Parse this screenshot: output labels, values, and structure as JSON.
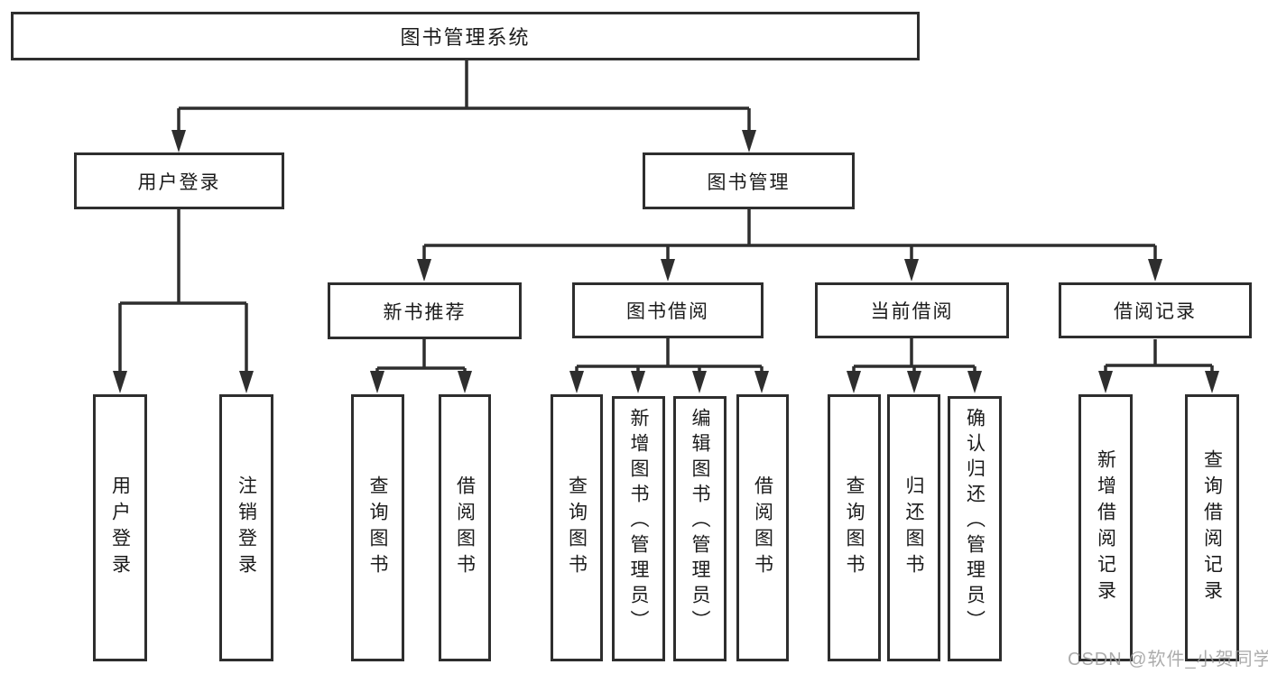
{
  "diagram": {
    "watermark": "CSDN @软件_小贺同学",
    "colors": {
      "line": "#2e2e2e",
      "box_border": "#2e2e2e",
      "text": "#1b1b1b",
      "watermark": "#9a9a9a",
      "background": "#ffffff"
    },
    "nodes": {
      "root": {
        "label": "图书管理系统"
      },
      "user_login": {
        "label": "用户登录"
      },
      "book_mgmt": {
        "label": "图书管理"
      },
      "new_book": {
        "label": "新书推荐"
      },
      "book_borrow": {
        "label": "图书借阅"
      },
      "current_borrow": {
        "label": "当前借阅"
      },
      "borrow_record": {
        "label": "借阅记录"
      },
      "leaf_user_login": {
        "label": "用户登录"
      },
      "leaf_logout": {
        "label": "注销登录"
      },
      "leaf_nb_query": {
        "label": "查询图书"
      },
      "leaf_nb_borrow": {
        "label": "借阅图书"
      },
      "leaf_bb_query": {
        "label": "查询图书"
      },
      "leaf_bb_add": {
        "label": "新增图书（管理员）"
      },
      "leaf_bb_edit": {
        "label": "编辑图书（管理员）"
      },
      "leaf_bb_borrow": {
        "label": "借阅图书"
      },
      "leaf_cb_query": {
        "label": "查询图书"
      },
      "leaf_cb_return": {
        "label": "归还图书"
      },
      "leaf_cb_confirm": {
        "label": "确认归还（管理员）"
      },
      "leaf_br_add": {
        "label": "新增借阅记录"
      },
      "leaf_br_query": {
        "label": "查询借阅记录"
      }
    }
  }
}
